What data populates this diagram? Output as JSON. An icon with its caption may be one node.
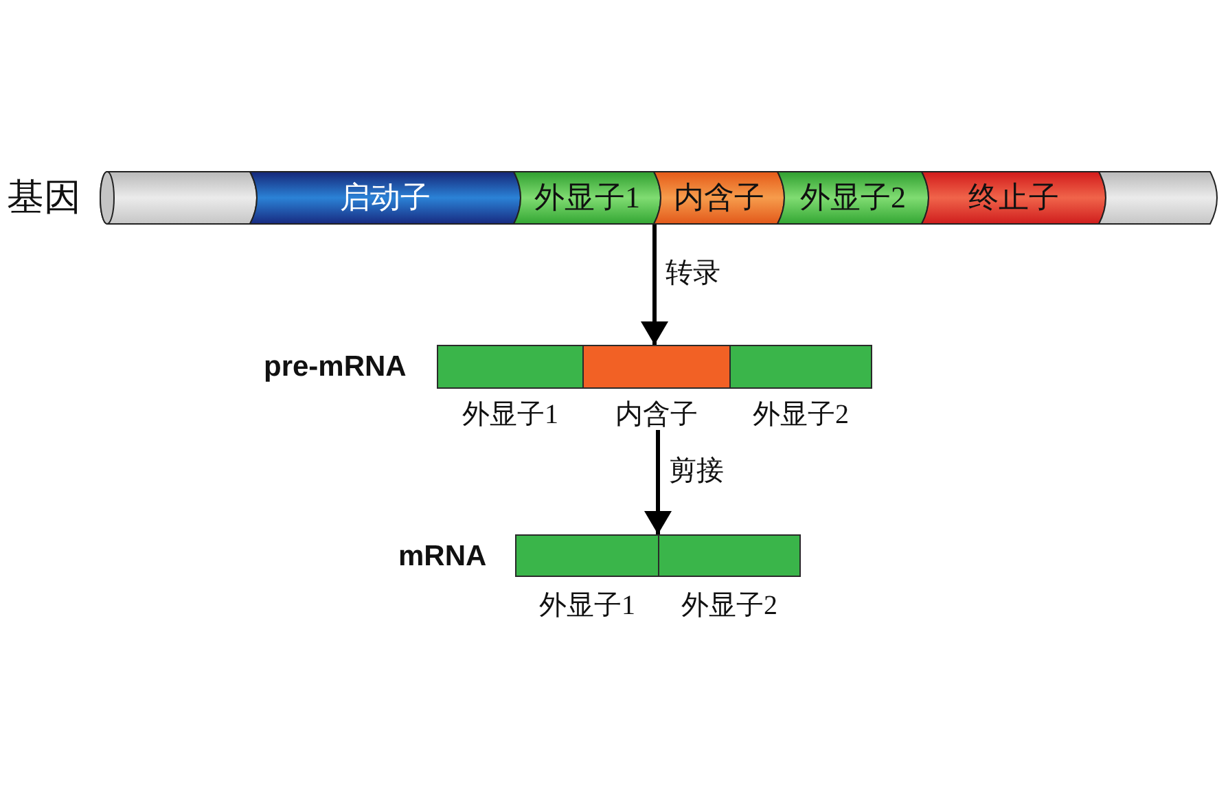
{
  "diagram": {
    "nodes": [
      {
        "text": [
          "基因"
        ]
      },
      {
        "text": [],
        "shape": "cylinder",
        "in": 0
      },
      {
        "text": [
          "启动子"
        ],
        "in": 0
      },
      {
        "text": [
          "外显子1"
        ],
        "in": 0
      },
      {
        "text": [
          "内含子"
        ],
        "in": 0
      },
      {
        "text": [
          "外显子2"
        ],
        "in": 0
      },
      {
        "text": [
          "终止子"
        ],
        "in": 0
      },
      {
        "text": [],
        "shape": "cylinder",
        "in": 0
      },
      {
        "text": [
          "pre-mRNA"
        ]
      },
      {
        "text": [
          "外显子1"
        ],
        "in": 8
      },
      {
        "text": [
          "内含子"
        ],
        "in": 8
      },
      {
        "text": [
          "外显子2"
        ],
        "in": 8
      },
      {
        "text": [
          "mRNA"
        ]
      },
      {
        "text": [
          "外显子1"
        ],
        "in": 12
      },
      {
        "text": [
          "外显子2"
        ],
        "in": 12
      }
    ],
    "edges": [
      {
        "from": 0,
        "to": 8,
        "arrow": "to",
        "label": "转录"
      },
      {
        "from": 8,
        "to": 12,
        "arrow": "to",
        "label": "剪接"
      }
    ]
  }
}
